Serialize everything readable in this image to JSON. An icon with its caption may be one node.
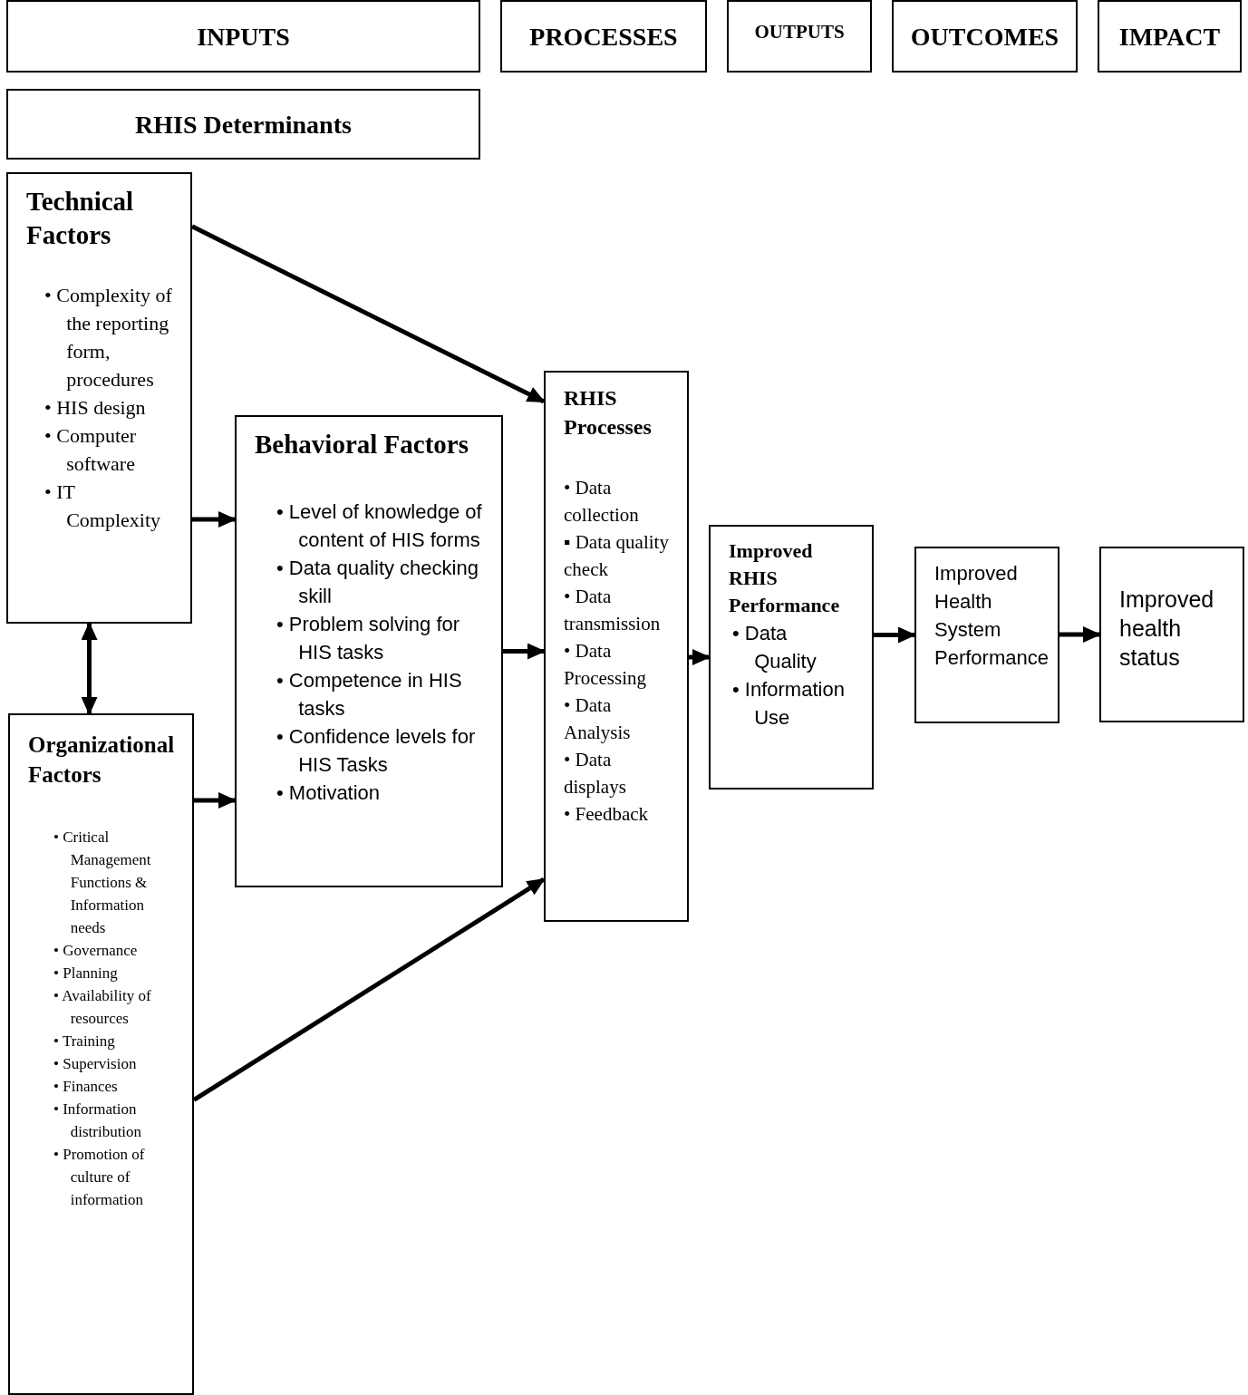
{
  "diagram": {
    "nodes": [
      {
        "text": [
          "INPUTS"
        ]
      },
      {
        "text": [
          "PROCESSES"
        ]
      },
      {
        "text": [
          "OUTPUTS"
        ]
      },
      {
        "text": [
          "OUTCOMES"
        ]
      },
      {
        "text": [
          "IMPACT"
        ]
      },
      {
        "text": [
          "RHIS Determinants"
        ]
      },
      {
        "text": [
          "Technical Factors",
          "• Complexity of the reporting form, procedures",
          "• HIS design",
          "• Computer software",
          "• IT Complexity"
        ]
      },
      {
        "text": [
          "Behavioral Factors",
          "• Level of knowledge of content of HIS forms",
          "• Data quality checking skill",
          "• Problem solving for HIS tasks",
          "• Competence in HIS tasks",
          "• Confidence levels for HIS Tasks",
          "• Motivation"
        ]
      },
      {
        "text": [
          "Organizational Factors",
          "• Critical Management Functions & Information needs",
          "• Governance",
          "• Planning",
          "• Availability of resources",
          "• Training",
          "• Supervision",
          "• Finances",
          "• Information distribution",
          "• Promotion of culture of information"
        ]
      },
      {
        "text": [
          "RHIS Processes",
          "• Data collection",
          "▪ Data quality check",
          "• Data transmission",
          "• Data Processing",
          "• Data Analysis",
          "• Data displays",
          "• Feedback"
        ]
      },
      {
        "text": [
          "Improved RHIS Performance",
          "• Data Quality",
          "• Information Use"
        ]
      },
      {
        "text": [
          "Improved Health System Performance"
        ]
      },
      {
        "text": [
          "Improved health status"
        ]
      }
    ],
    "edges": [
      {
        "from": 6,
        "to": 9,
        "arrow": "to"
      },
      {
        "from": 6,
        "to": 7,
        "arrow": "to"
      },
      {
        "from": 6,
        "to": 8,
        "arrow": "both"
      },
      {
        "from": 8,
        "to": 7,
        "arrow": "to"
      },
      {
        "from": 8,
        "to": 9,
        "arrow": "to"
      },
      {
        "from": 7,
        "to": 9,
        "arrow": "to"
      },
      {
        "from": 9,
        "to": 10,
        "arrow": "to"
      },
      {
        "from": 10,
        "to": 11,
        "arrow": "to"
      },
      {
        "from": 11,
        "to": 12,
        "arrow": "to"
      }
    ]
  }
}
